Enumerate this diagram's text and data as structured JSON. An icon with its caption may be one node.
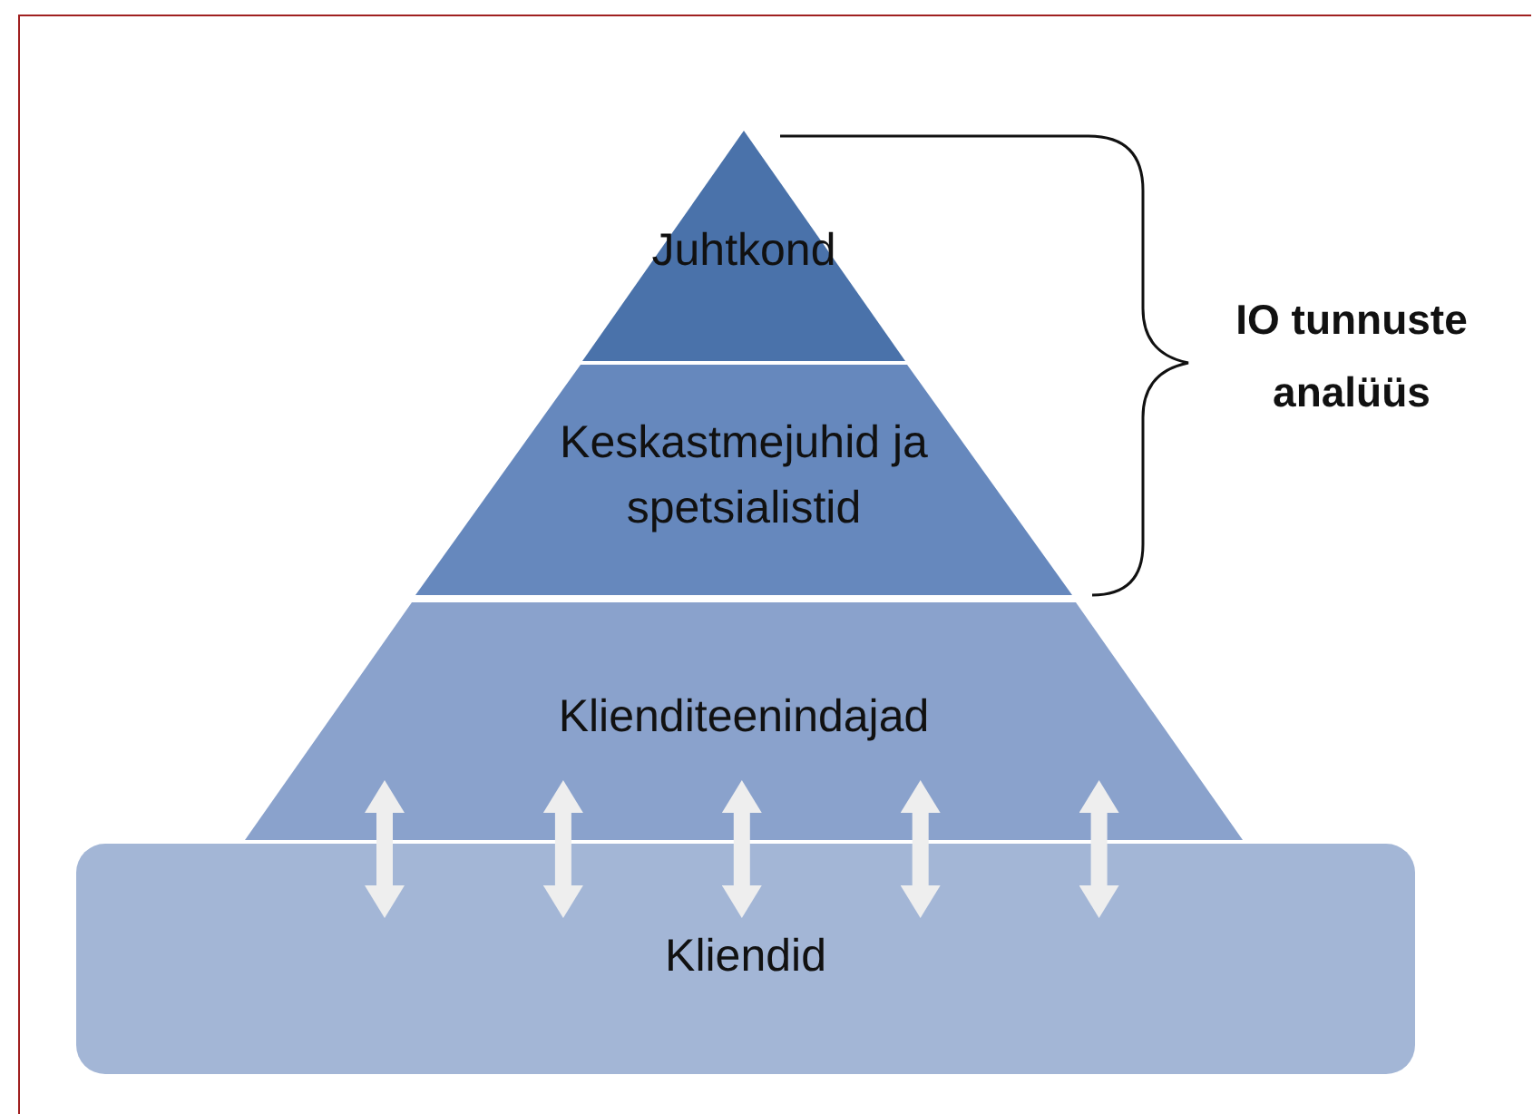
{
  "diagram": {
    "nodes": [
      {
        "text": [
          "Juhtkond"
        ]
      },
      {
        "text": [
          "Keskastmejuhid ja spetsialistid"
        ]
      },
      {
        "text": [
          "Klienditeenindajad"
        ]
      },
      {
        "text": [
          "Kliendid"
        ]
      }
    ],
    "edges": [
      {
        "from": 2,
        "to": 3,
        "arrow": "both"
      },
      {
        "from": 2,
        "to": 3,
        "arrow": "both"
      },
      {
        "from": 2,
        "to": 3,
        "arrow": "both"
      },
      {
        "from": 2,
        "to": 3,
        "arrow": "both"
      },
      {
        "from": 2,
        "to": 3,
        "arrow": "both"
      }
    ],
    "labels": [
      "IO tunnuste analüüs"
    ]
  }
}
